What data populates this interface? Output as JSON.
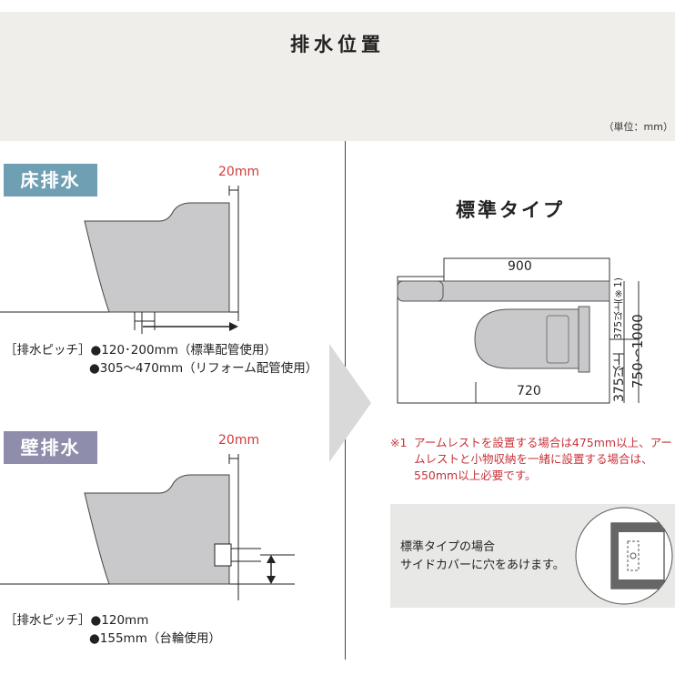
{
  "header": {
    "title": "排水位置",
    "unit": "（単位：mm）"
  },
  "floor": {
    "badge": "床排水",
    "dim_label": "20mm",
    "pitch_label": "［排水ピッチ］",
    "pitch_items": [
      "●120･200mm（標準配管使用）",
      "●305〜470mm（リフォーム配管使用）"
    ]
  },
  "wall": {
    "badge": "壁排水",
    "dim_label": "20mm",
    "pitch_label": "［排水ピッチ］",
    "pitch_items": [
      "●120mm",
      "●155mm（台輪使用）"
    ]
  },
  "standard": {
    "title": "標準タイプ",
    "dim_top": "900",
    "dim_bottom": "720",
    "dim_side_small": "375以上(※1)",
    "dim_side_big": "375以上",
    "dim_side_range": "750〜1000"
  },
  "note": {
    "marker": "※1",
    "text": "アームレストを設置する場合は475mm以上、アームレストと小物収納を一緒に設置する場合は、550mm以上必要です。"
  },
  "info": {
    "line1": "標準タイプの場合",
    "line2": "サイドカバーに穴をあけます。"
  },
  "colors": {
    "floor_badge": "#6f9fb3",
    "wall_badge": "#8e8dab",
    "accent_red": "#d23a3a",
    "header_bg": "#efeeea"
  }
}
